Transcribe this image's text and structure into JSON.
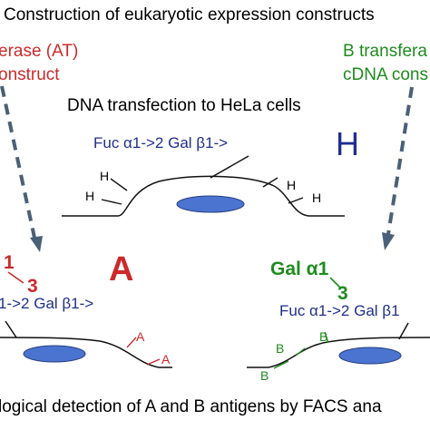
{
  "header": {
    "title": "Construction of eukaryotic expression constructs"
  },
  "left_construct": {
    "line1": "erase (AT)",
    "line2": "onstruct"
  },
  "right_construct": {
    "line1": "B transfera",
    "line2": "cDNA cons"
  },
  "transfection_label": "DNA transfection to HeLa cells",
  "cell_top": {
    "glycan": "Fuc α1->2 Gal β1->",
    "big_label": "H",
    "antigen_labels": [
      "H",
      "H",
      "H",
      "H"
    ]
  },
  "cell_left": {
    "big_label": "A",
    "linkage_1": "1",
    "linkage_3": "3",
    "glycan": "1->2 Gal β1->",
    "antigen_labels": [
      "A",
      "A"
    ]
  },
  "cell_right": {
    "gal_label": "Gal α1",
    "linkage_3": "3",
    "glycan": "Fuc α1->2 Gal β1",
    "antigen_labels": [
      "B",
      "B",
      "B"
    ]
  },
  "footer": {
    "text": "logical detection of A and B antigens by FACS ana"
  },
  "colors": {
    "red": "#cc2a2a",
    "green": "#1e8c1e",
    "blue": "#1f2f8c",
    "arrow": "#4a6078",
    "nucleus": "#4a74d0"
  }
}
